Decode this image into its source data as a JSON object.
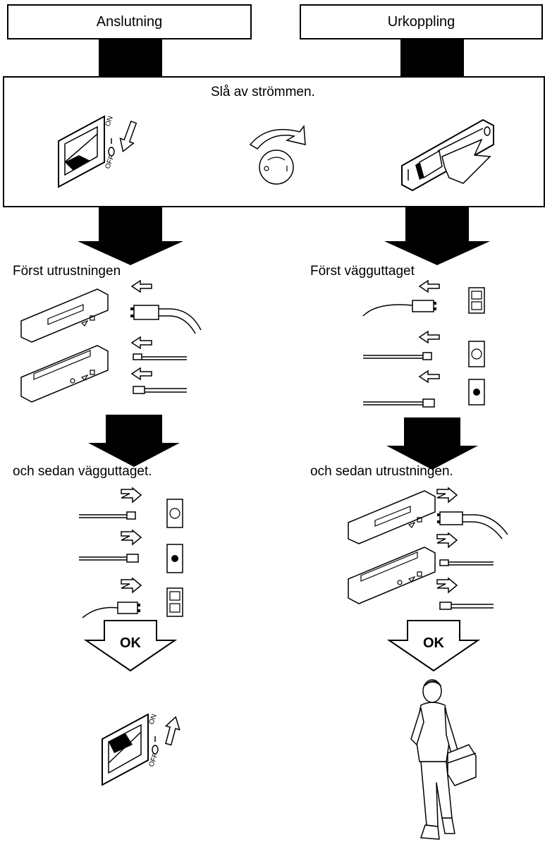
{
  "headers": {
    "connect": "Anslutning",
    "disconnect": "Urkoppling"
  },
  "power_off": {
    "label": "Slå av strömmen."
  },
  "connect_steps": {
    "first": "Först utrustningen",
    "then": "och sedan vägguttaget.",
    "ok": "OK"
  },
  "disconnect_steps": {
    "first": "Först vägguttaget",
    "then": "och sedan utrustningen.",
    "ok": "OK"
  },
  "switch_labels": {
    "on": "ON",
    "mid": "I",
    "zero": "O",
    "off": "OFF"
  },
  "icons": [
    "rocker-switch-icon",
    "rotary-knob-icon",
    "slide-switch-icon",
    "equipment-unit-icon",
    "power-plug-icon",
    "phone-plug-icon",
    "coax-plug-icon",
    "power-outlet-icon",
    "phone-jack-icon",
    "coax-jack-icon",
    "person-carrying-box-icon"
  ]
}
